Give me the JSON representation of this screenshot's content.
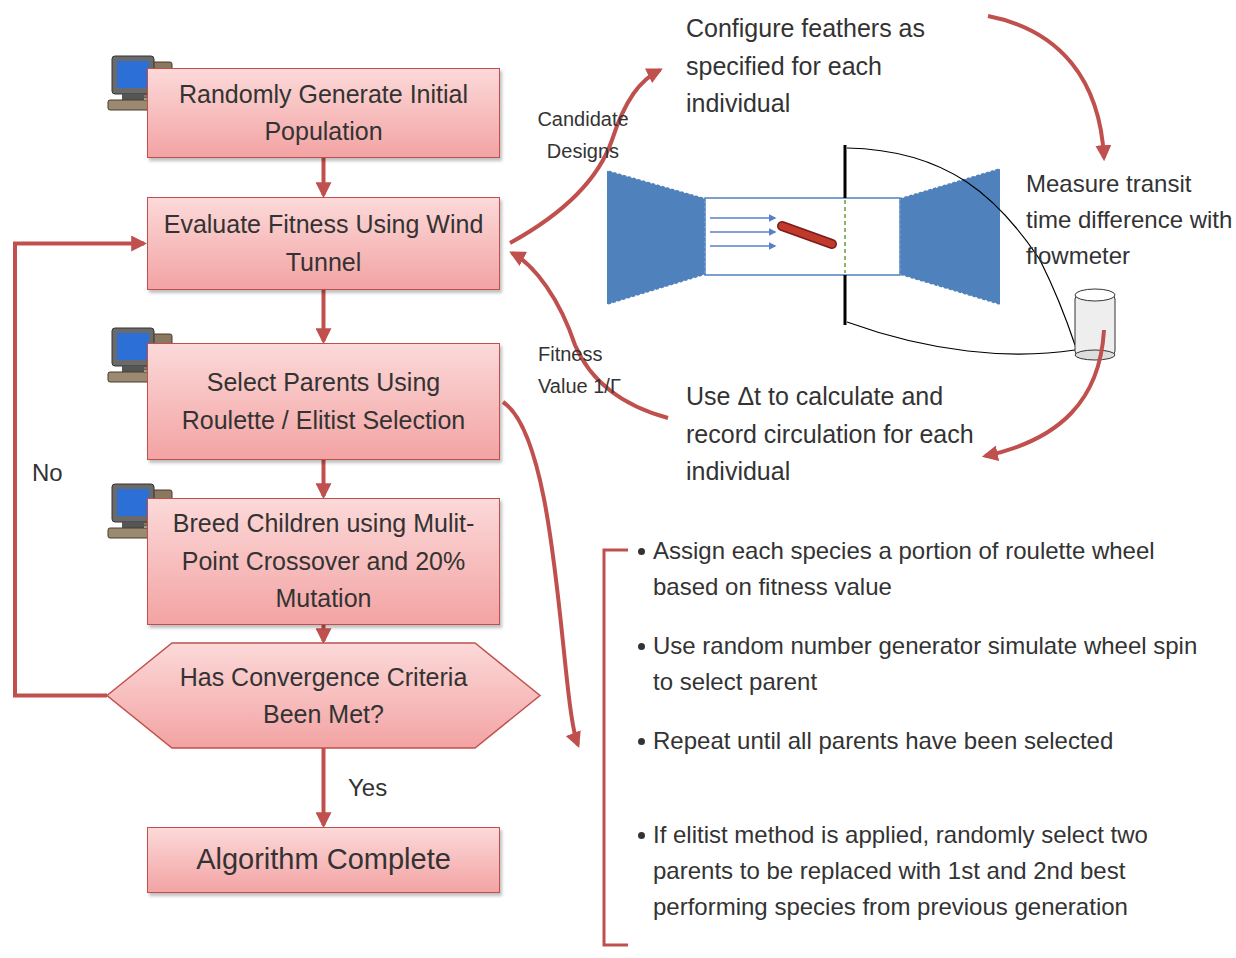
{
  "diagram": {
    "nodes": [
      {
        "text": [
          "Randomly Generate Initial Population"
        ]
      },
      {
        "text": [
          "Evaluate Fitness Using Wind Tunnel"
        ]
      },
      {
        "text": [
          "Select Parents Using Roulette / Elitist Selection"
        ]
      },
      {
        "text": [
          "Breed Children using Mulit-Point Crossover and 20% Mutation"
        ]
      },
      {
        "text": [
          "Has Convergence Criteria Been Met?"
        ]
      },
      {
        "text": [
          "Algorithm Complete"
        ]
      }
    ],
    "edges": [
      {
        "from": 0,
        "to": 1,
        "arrow": "to"
      },
      {
        "from": 1,
        "to": 2,
        "arrow": "to"
      },
      {
        "from": 2,
        "to": 3,
        "arrow": "to"
      },
      {
        "from": 3,
        "to": 4,
        "arrow": "to"
      },
      {
        "from": 4,
        "to": 5,
        "label": "Yes",
        "arrow": "to"
      },
      {
        "from": 4,
        "to": 1,
        "label": "No",
        "arrow": "to"
      }
    ],
    "labels": [
      "Candidate Designs",
      "Configure feathers as specified for each individual",
      "Measure transit time difference with flowmeter",
      "Fitness Value 1/Γ",
      "Use Δt to calculate and record circulation for each individual",
      "Assign each species a portion of roulette wheel based on fitness value",
      "Use random number generator simulate wheel spin to select parent",
      "Repeat until all parents have been selected",
      "If elitist method is applied, randomly select two parents to be replaced with 1st and 2nd best performing species from previous generation"
    ]
  }
}
